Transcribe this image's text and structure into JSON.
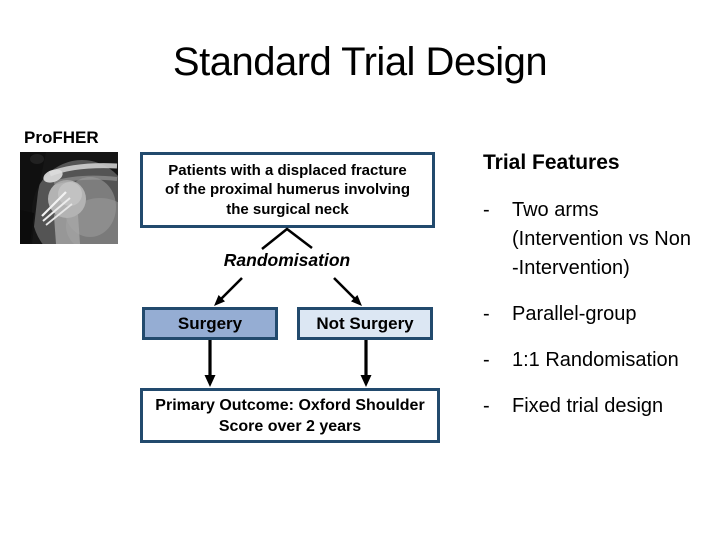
{
  "slide": {
    "title": "Standard Trial Design",
    "project_label": "ProFHER"
  },
  "colors": {
    "background": "#ffffff",
    "text": "#000000",
    "box_border": "#224a6d",
    "surgery_fill": "#95add3",
    "not_surgery_fill": "#dce7f3"
  },
  "flowchart": {
    "population_box": [
      "Patients with a displaced fracture",
      "of the proximal humerus involving",
      "the surgical neck"
    ],
    "randomisation_label": "Randomisation",
    "arm_left_label": "Surgery",
    "arm_right_label": "Not Surgery",
    "outcome_box": [
      "Primary Outcome: Oxford Shoulder",
      "Score over 2 years"
    ]
  },
  "features": {
    "heading": "Trial Features",
    "bullet_char": "-",
    "items": [
      [
        "Two arms",
        "(Intervention vs Non",
        "-Intervention)"
      ],
      [
        "Parallel-group"
      ],
      [
        "1:1 Randomisation"
      ],
      [
        "Fixed trial design"
      ]
    ]
  }
}
